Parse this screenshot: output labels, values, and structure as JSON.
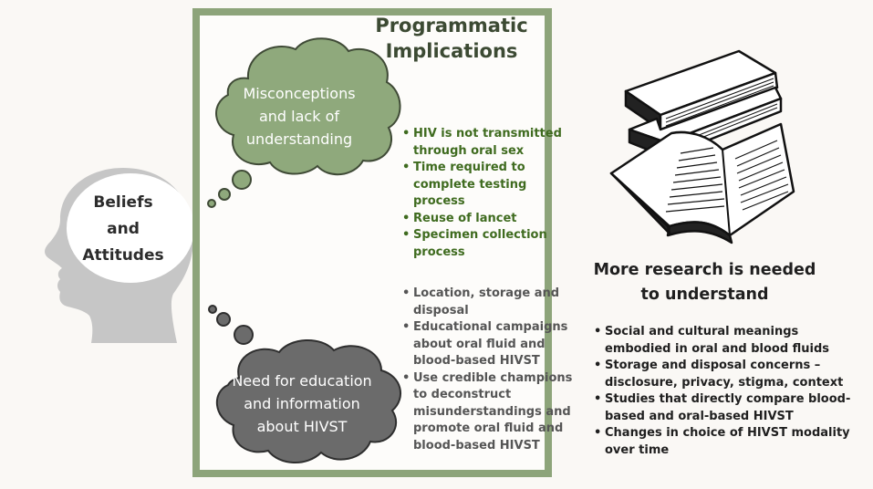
{
  "head": {
    "label_lines": [
      "Beliefs",
      "and",
      "Attitudes"
    ]
  },
  "panel": {
    "title_lines": [
      "Programmatic",
      "Implications"
    ]
  },
  "misconceptions": {
    "cloud_lines": [
      "Misconceptions",
      "and lack of",
      "understanding"
    ],
    "items": [
      "HIV is not transmitted through oral sex",
      "Time required to complete testing process",
      "Reuse of lancet",
      "Specimen collection process"
    ]
  },
  "education": {
    "cloud_lines": [
      "Need for education",
      "and information",
      "about HIVST"
    ],
    "items": [
      "Location, storage and disposal",
      "Educational campaigns about oral fluid and blood-based HIVST",
      "Use credible champions to deconstruct misunderstandings and promote oral fluid and blood-based HIVST"
    ]
  },
  "research": {
    "heading_lines": [
      "More research is needed",
      "to understand"
    ],
    "items": [
      "Social and cultural meanings embodied in oral and blood fluids",
      "Storage and disposal concerns – disclosure, privacy, stigma, context",
      "Studies that directly compare blood-based and oral-based HIVST",
      "Changes in choice of HIVST modality over time"
    ]
  },
  "colors": {
    "panel_border": "#8da47a",
    "green_cloud": "#8fa97c",
    "gray_cloud": "#6b6b6b",
    "head": "#c6c6c6"
  },
  "icons": {
    "books": "books-icon",
    "head": "head-silhouette-icon"
  }
}
